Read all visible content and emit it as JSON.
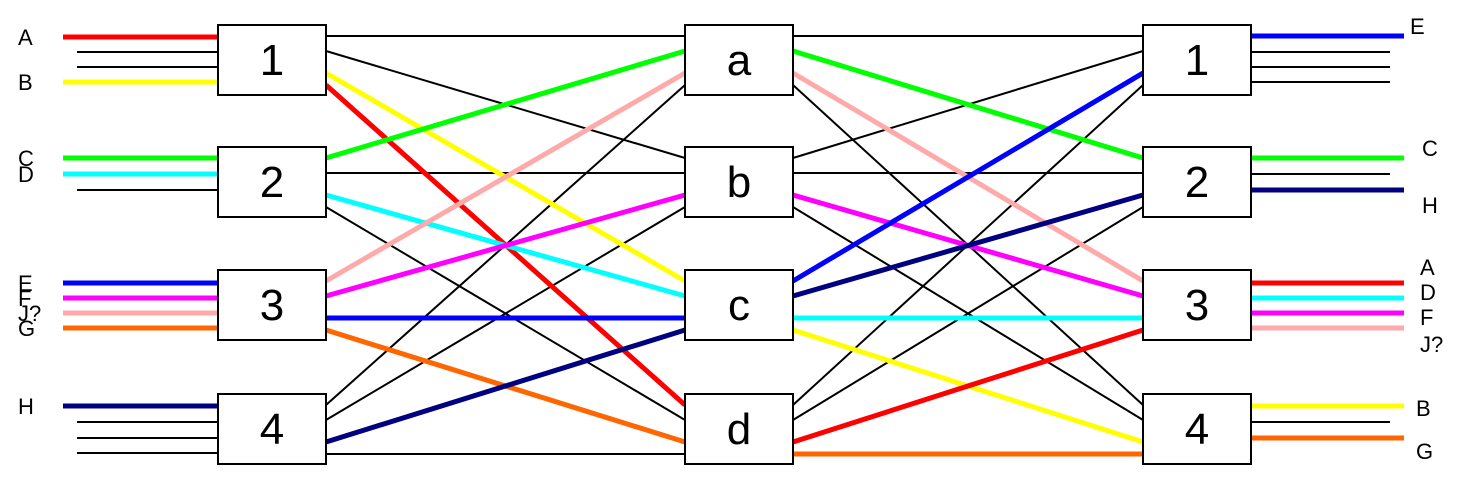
{
  "diagram": {
    "colors": {
      "A": "#ff0000",
      "B": "#ffff00",
      "C": "#00ff00",
      "D": "#00ffff",
      "E": "#0000ff",
      "F": "#ff00ff",
      "J?": "#ffaaaa",
      "G": "#ff6600",
      "H": "#000080",
      "unassigned": "#000000"
    },
    "input_stage": {
      "nodes": [
        "1",
        "2",
        "3",
        "4"
      ],
      "ports": [
        [
          "A",
          "",
          "",
          "B"
        ],
        [
          "C",
          "D",
          ""
        ],
        [
          "E",
          "F",
          "J?",
          "G"
        ],
        [
          "H",
          "",
          "",
          ""
        ]
      ]
    },
    "middle_stage": {
      "nodes": [
        "a",
        "b",
        "c",
        "d"
      ]
    },
    "output_stage": {
      "nodes": [
        "1",
        "2",
        "3",
        "4"
      ],
      "ports": [
        [
          "E",
          "",
          "",
          ""
        ],
        [
          "C",
          "",
          "H"
        ],
        [
          "A",
          "D",
          "F",
          "J?"
        ],
        [
          "B",
          "",
          "G"
        ]
      ],
      "label_order": [
        [
          "E"
        ],
        [
          "C",
          "H"
        ],
        [
          "A",
          "D",
          "F",
          "J?"
        ],
        [
          "B",
          "G"
        ]
      ]
    },
    "stage1_links": [
      {
        "from": "1",
        "to": "a",
        "signal": ""
      },
      {
        "from": "1",
        "to": "b",
        "signal": ""
      },
      {
        "from": "1",
        "to": "c",
        "signal": "B"
      },
      {
        "from": "1",
        "to": "d",
        "signal": "A"
      },
      {
        "from": "2",
        "to": "a",
        "signal": "C"
      },
      {
        "from": "2",
        "to": "b",
        "signal": ""
      },
      {
        "from": "2",
        "to": "c",
        "signal": "D"
      },
      {
        "from": "2",
        "to": "d",
        "signal": ""
      },
      {
        "from": "3",
        "to": "a",
        "signal": "J?"
      },
      {
        "from": "3",
        "to": "b",
        "signal": "F"
      },
      {
        "from": "3",
        "to": "c",
        "signal": "E"
      },
      {
        "from": "3",
        "to": "d",
        "signal": "G"
      },
      {
        "from": "4",
        "to": "a",
        "signal": ""
      },
      {
        "from": "4",
        "to": "b",
        "signal": ""
      },
      {
        "from": "4",
        "to": "c",
        "signal": "H"
      },
      {
        "from": "4",
        "to": "d",
        "signal": ""
      }
    ],
    "stage2_links": [
      {
        "from": "a",
        "to": "1",
        "signal": ""
      },
      {
        "from": "a",
        "to": "2",
        "signal": "C"
      },
      {
        "from": "a",
        "to": "3",
        "signal": "J?"
      },
      {
        "from": "a",
        "to": "4",
        "signal": ""
      },
      {
        "from": "b",
        "to": "1",
        "signal": ""
      },
      {
        "from": "b",
        "to": "2",
        "signal": ""
      },
      {
        "from": "b",
        "to": "3",
        "signal": "F"
      },
      {
        "from": "b",
        "to": "4",
        "signal": ""
      },
      {
        "from": "c",
        "to": "1",
        "signal": "E"
      },
      {
        "from": "c",
        "to": "2",
        "signal": "H"
      },
      {
        "from": "c",
        "to": "3",
        "signal": "D"
      },
      {
        "from": "c",
        "to": "4",
        "signal": "B"
      },
      {
        "from": "d",
        "to": "1",
        "signal": ""
      },
      {
        "from": "d",
        "to": "2",
        "signal": ""
      },
      {
        "from": "d",
        "to": "3",
        "signal": "A"
      },
      {
        "from": "d",
        "to": "4",
        "signal": "G"
      }
    ]
  }
}
